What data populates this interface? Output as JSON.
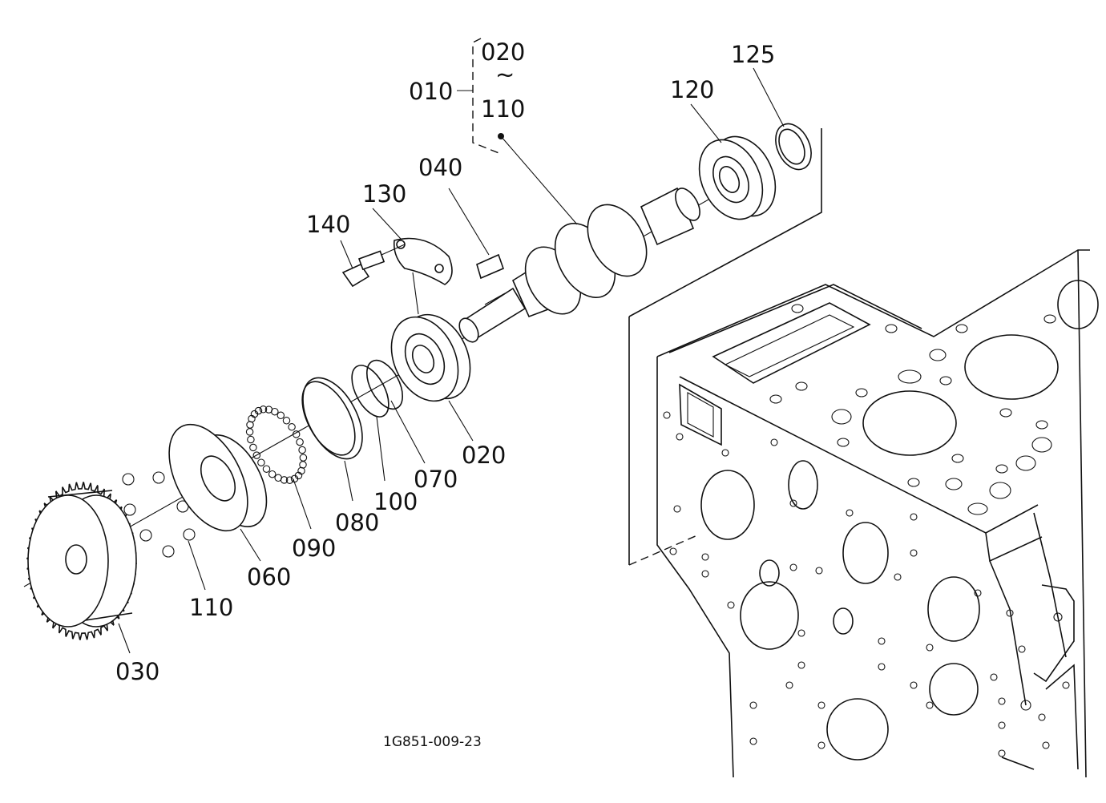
{
  "diagram": {
    "drawing_number": "1G851-009-23",
    "assembly": {
      "label": "010",
      "range_start": "020",
      "range_symbol": "~",
      "range_end": "110"
    },
    "callouts": [
      {
        "id": "020",
        "label": "020"
      },
      {
        "id": "030",
        "label": "030"
      },
      {
        "id": "040",
        "label": "040"
      },
      {
        "id": "060",
        "label": "060"
      },
      {
        "id": "070",
        "label": "070"
      },
      {
        "id": "080",
        "label": "080"
      },
      {
        "id": "090",
        "label": "090"
      },
      {
        "id": "100",
        "label": "100"
      },
      {
        "id": "110",
        "label": "110"
      },
      {
        "id": "120",
        "label": "120"
      },
      {
        "id": "125",
        "label": "125"
      },
      {
        "id": "130",
        "label": "130"
      },
      {
        "id": "140",
        "label": "140"
      }
    ]
  }
}
